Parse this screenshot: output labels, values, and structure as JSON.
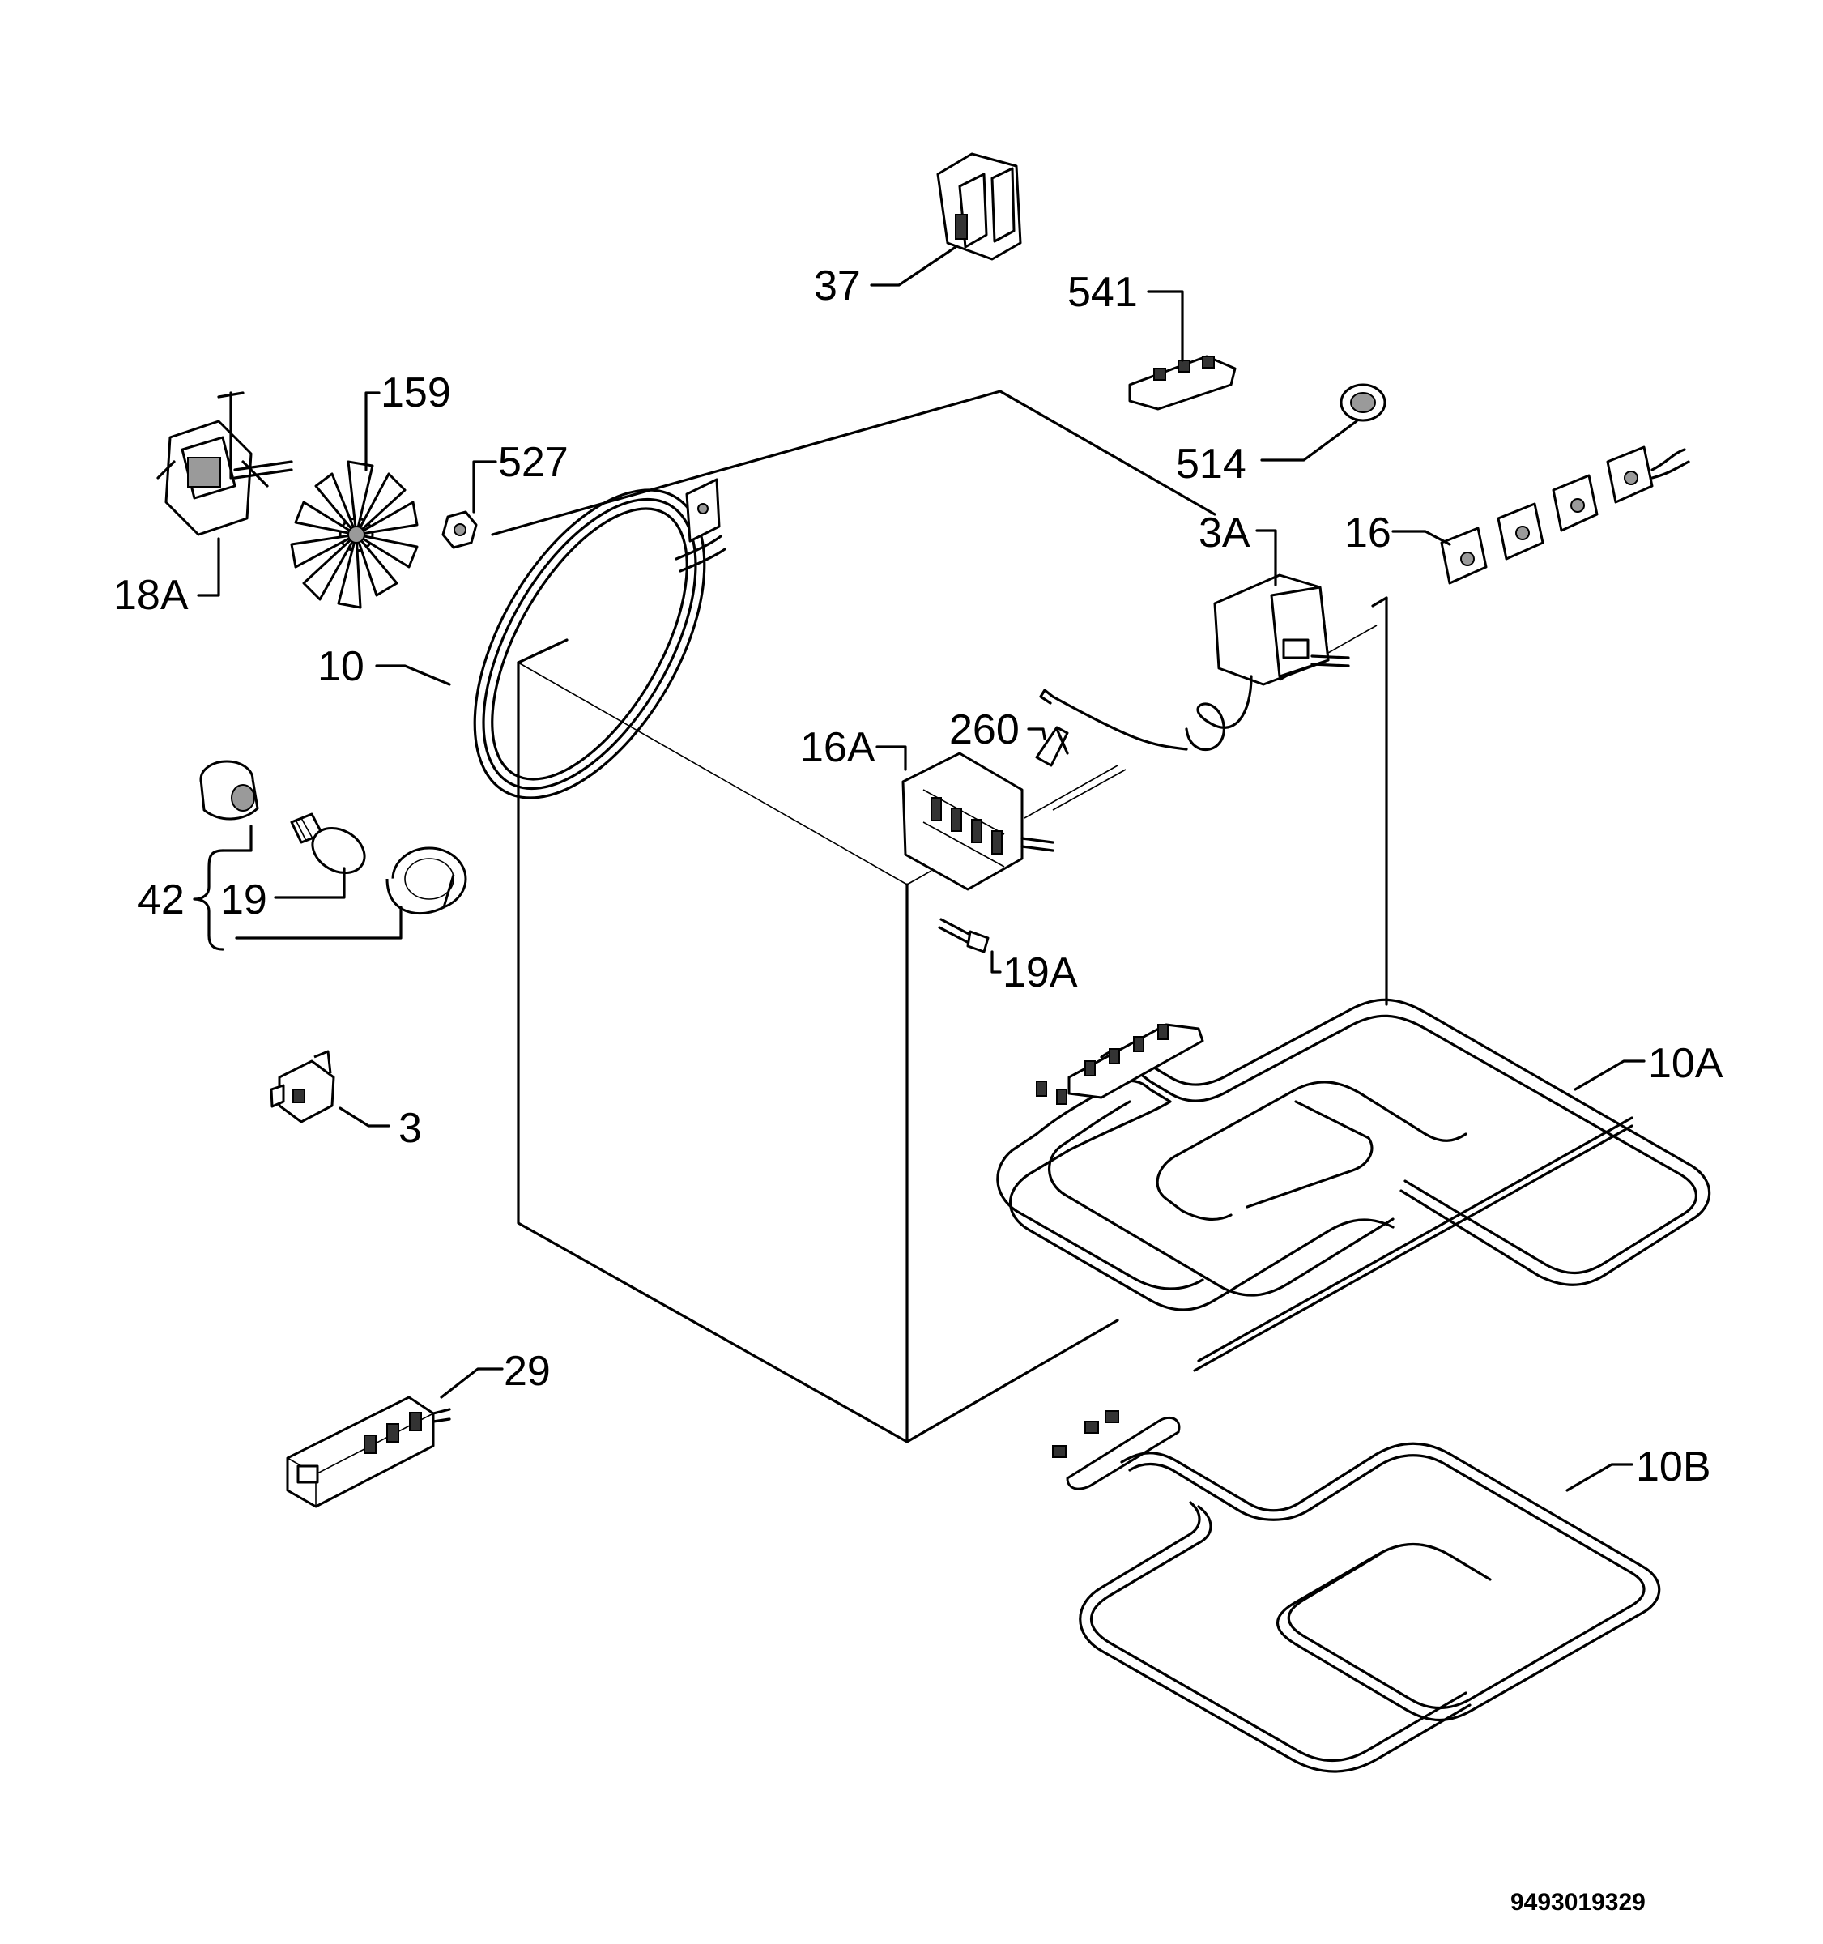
{
  "parts": [
    {
      "id": "p37",
      "label": "37"
    },
    {
      "id": "p541",
      "label": "541"
    },
    {
      "id": "p159",
      "label": "159"
    },
    {
      "id": "p527",
      "label": "527"
    },
    {
      "id": "p514",
      "label": "514"
    },
    {
      "id": "p3a",
      "label": "3A"
    },
    {
      "id": "p16",
      "label": "16"
    },
    {
      "id": "p18a",
      "label": "18A"
    },
    {
      "id": "p10",
      "label": "10"
    },
    {
      "id": "p16a",
      "label": "16A"
    },
    {
      "id": "p260",
      "label": "260"
    },
    {
      "id": "p42",
      "label": "42"
    },
    {
      "id": "p19",
      "label": "19"
    },
    {
      "id": "p19a",
      "label": "19A"
    },
    {
      "id": "p10a",
      "label": "10A"
    },
    {
      "id": "p3",
      "label": "3"
    },
    {
      "id": "p29",
      "label": "29"
    },
    {
      "id": "p10b",
      "label": "10B"
    }
  ],
  "document_code": "9493019329"
}
